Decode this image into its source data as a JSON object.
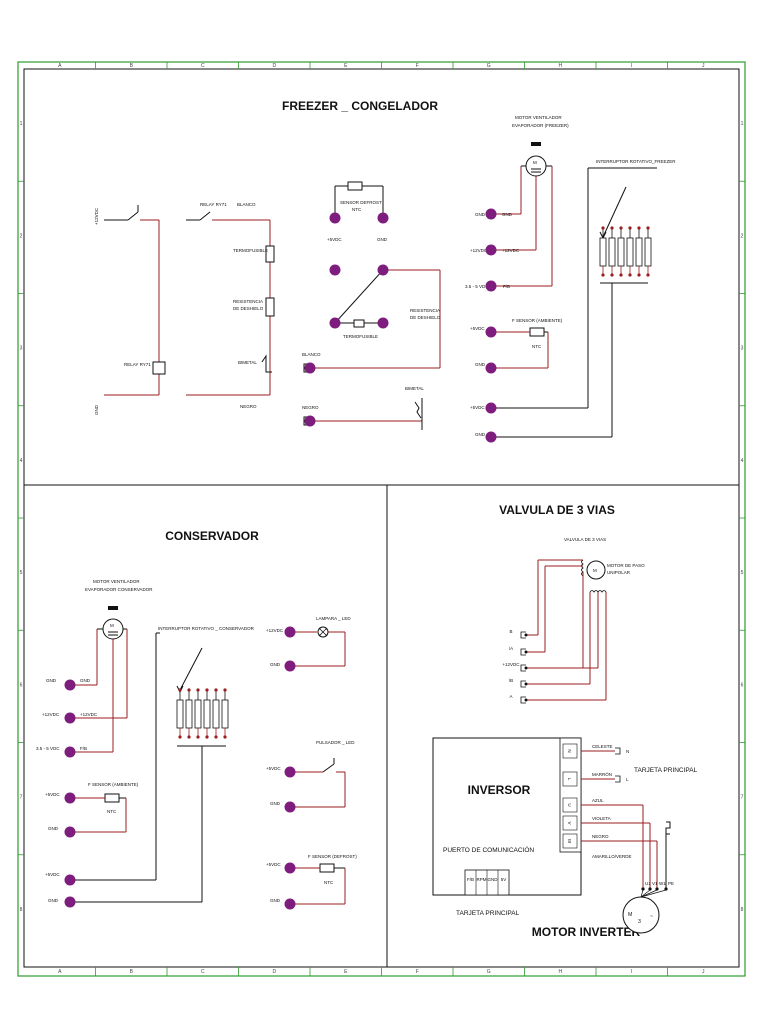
{
  "colors": {
    "frame": "#2e9b2e",
    "wire": "#9b1d20",
    "dark": "#111111",
    "node": "#7e1d7e"
  },
  "ruler": {
    "cols": [
      "A",
      "B",
      "C",
      "D",
      "E",
      "F",
      "G",
      "H",
      "I",
      "J"
    ],
    "rows": [
      "1",
      "2",
      "3",
      "4",
      "5",
      "6",
      "7",
      "8"
    ]
  },
  "freezer": {
    "title": "FREEZER _ CONGELADOR",
    "relay_contact_label": "RELAY RY71",
    "blanco": "BLANCO",
    "termofusible": "TERMOFUSIBLE",
    "resistencia": "RESISTENCIA\nDE DESHIELO",
    "bimetal": "BIMETAL",
    "negro": "NEGRO",
    "relay_coil_label": "RELAY RY71",
    "sensor_defrost": "SENSOR DEFROST",
    "ntc": "NTC",
    "p5vdc": "+5VDC",
    "gnd": "GND",
    "motor_ventilador": "MOTOR  VENTILADOR",
    "evaporador_freezer": "EVAPORADOR (FREEZER)",
    "interruptor": "INTERRUPTOR ROTATIVO_FREEZER",
    "p12vdc": "+12VDC",
    "fb": "F/B",
    "v35": "3.5 - 5 VDC",
    "f_sensor": "F SENSOR (AMBIENTE)",
    "left_vert_top": "+12VDC",
    "left_vert_bot": "GND"
  },
  "conservador": {
    "title": "CONSERVADOR",
    "motor_ventilador": "MOTOR  VENTILADOR",
    "evaporador": "EVAPORADOR CONSERVADOR",
    "interruptor": "INTERRUPTOR ROTATIVO _    CONSERVADOR",
    "gnd": "GND",
    "p12vdc": "+12VDC",
    "v35": "3.5 - 5 VDC",
    "fb": "F/B",
    "p5vdc": "+5VDC",
    "f_sensor": "F SENSOR (AMBIENTE)",
    "ntc": "NTC",
    "lampara": "LAMPARA _ LED",
    "pulsador": "PULSADOR _ LED",
    "f_sensor_defrost": "F SENSOR (DEFROST)"
  },
  "valvula": {
    "title": "VALVULA DE 3 VIAS",
    "valvula_label": "VALVULA DE 3 VIAS",
    "motor_paso": "MOTOR DE PASO\nUNIPOLAR",
    "pins": [
      "B",
      "/A",
      "+12VDC",
      "/B",
      "A"
    ]
  },
  "inversor": {
    "title": "INVERSOR",
    "puerto": "PUERTO DE COMUNICACIÓN",
    "ports": [
      "F/B",
      "RPM",
      "GND",
      "5V"
    ],
    "tarjeta_bottom": "TARJETA PRINCIPAL",
    "tarjeta_right": "TARJETA PRINCIPAL",
    "motor_inverter": "MOTOR INVERTER",
    "terminals": [
      "N",
      "L",
      "U",
      "V",
      "W"
    ],
    "wire_labels": [
      "CELESTE",
      "MARRÓN",
      "AZUL",
      "VIOLETA",
      "NEGRO",
      "AMARILLO/VERDE"
    ],
    "ac_pins": [
      "N",
      "L"
    ],
    "motor_pins": [
      "U1",
      "V1",
      "W1",
      "PE"
    ],
    "motor_symbol": "M",
    "motor_phase": "3",
    "motor_ac": "~"
  }
}
